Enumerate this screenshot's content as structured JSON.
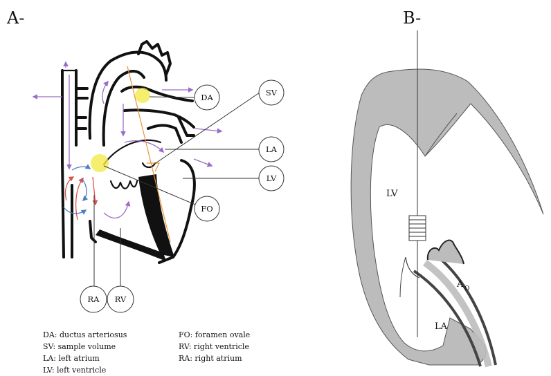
{
  "panels": {
    "a_label": "A-",
    "b_label": "B-"
  },
  "panel_a": {
    "callouts": {
      "da": "DA",
      "sv": "SV",
      "la": "LA",
      "lv": "LV",
      "fo": "FO",
      "ra": "RA",
      "rv": "RV"
    },
    "colors": {
      "highlight": "#f2ea4a",
      "sample_line": "#e8943a",
      "flow_purple": "#9a6cc4",
      "flow_red": "#d9534f",
      "flow_blue": "#4a7fc1"
    }
  },
  "panel_b": {
    "labels": {
      "lv": "LV",
      "la": "LA",
      "ao_main": "A",
      "ao_sub": "O"
    },
    "colors": {
      "wall": "#bcbcbc",
      "outline": "#555555"
    }
  },
  "legend": {
    "col1": [
      "DA: ductus arteriosus",
      "SV: sample volume",
      "LA: left atrium",
      "LV: left ventricle"
    ],
    "col2": [
      "FO: foramen ovale",
      "RV: right ventricle",
      "RA: right atrium"
    ]
  }
}
